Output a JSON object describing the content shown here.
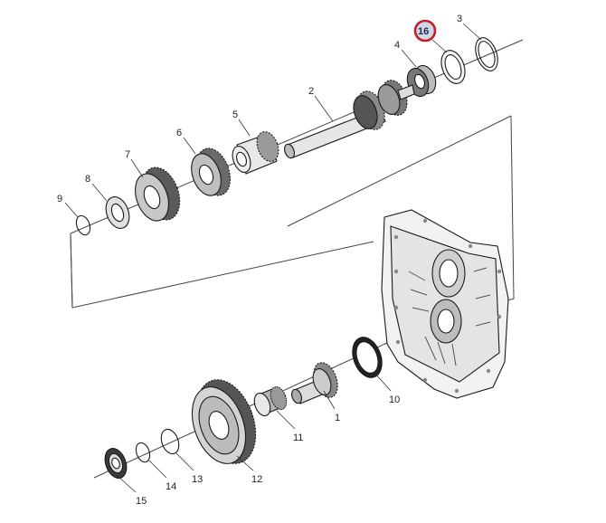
{
  "diagram": {
    "highlighted_callout": "16",
    "highlight_color": "#c0202a",
    "callouts": [
      {
        "id": "c3",
        "label": "3"
      },
      {
        "id": "c16",
        "label": "16"
      },
      {
        "id": "c4",
        "label": "4"
      },
      {
        "id": "c2",
        "label": "2"
      },
      {
        "id": "c5",
        "label": "5"
      },
      {
        "id": "c6",
        "label": "6"
      },
      {
        "id": "c7",
        "label": "7"
      },
      {
        "id": "c8",
        "label": "8"
      },
      {
        "id": "c9",
        "label": "9"
      },
      {
        "id": "c10",
        "label": "10"
      },
      {
        "id": "c1",
        "label": "1"
      },
      {
        "id": "c11",
        "label": "11"
      },
      {
        "id": "c12",
        "label": "12"
      },
      {
        "id": "c13",
        "label": "13"
      },
      {
        "id": "c14",
        "label": "14"
      },
      {
        "id": "c15",
        "label": "15"
      }
    ]
  }
}
